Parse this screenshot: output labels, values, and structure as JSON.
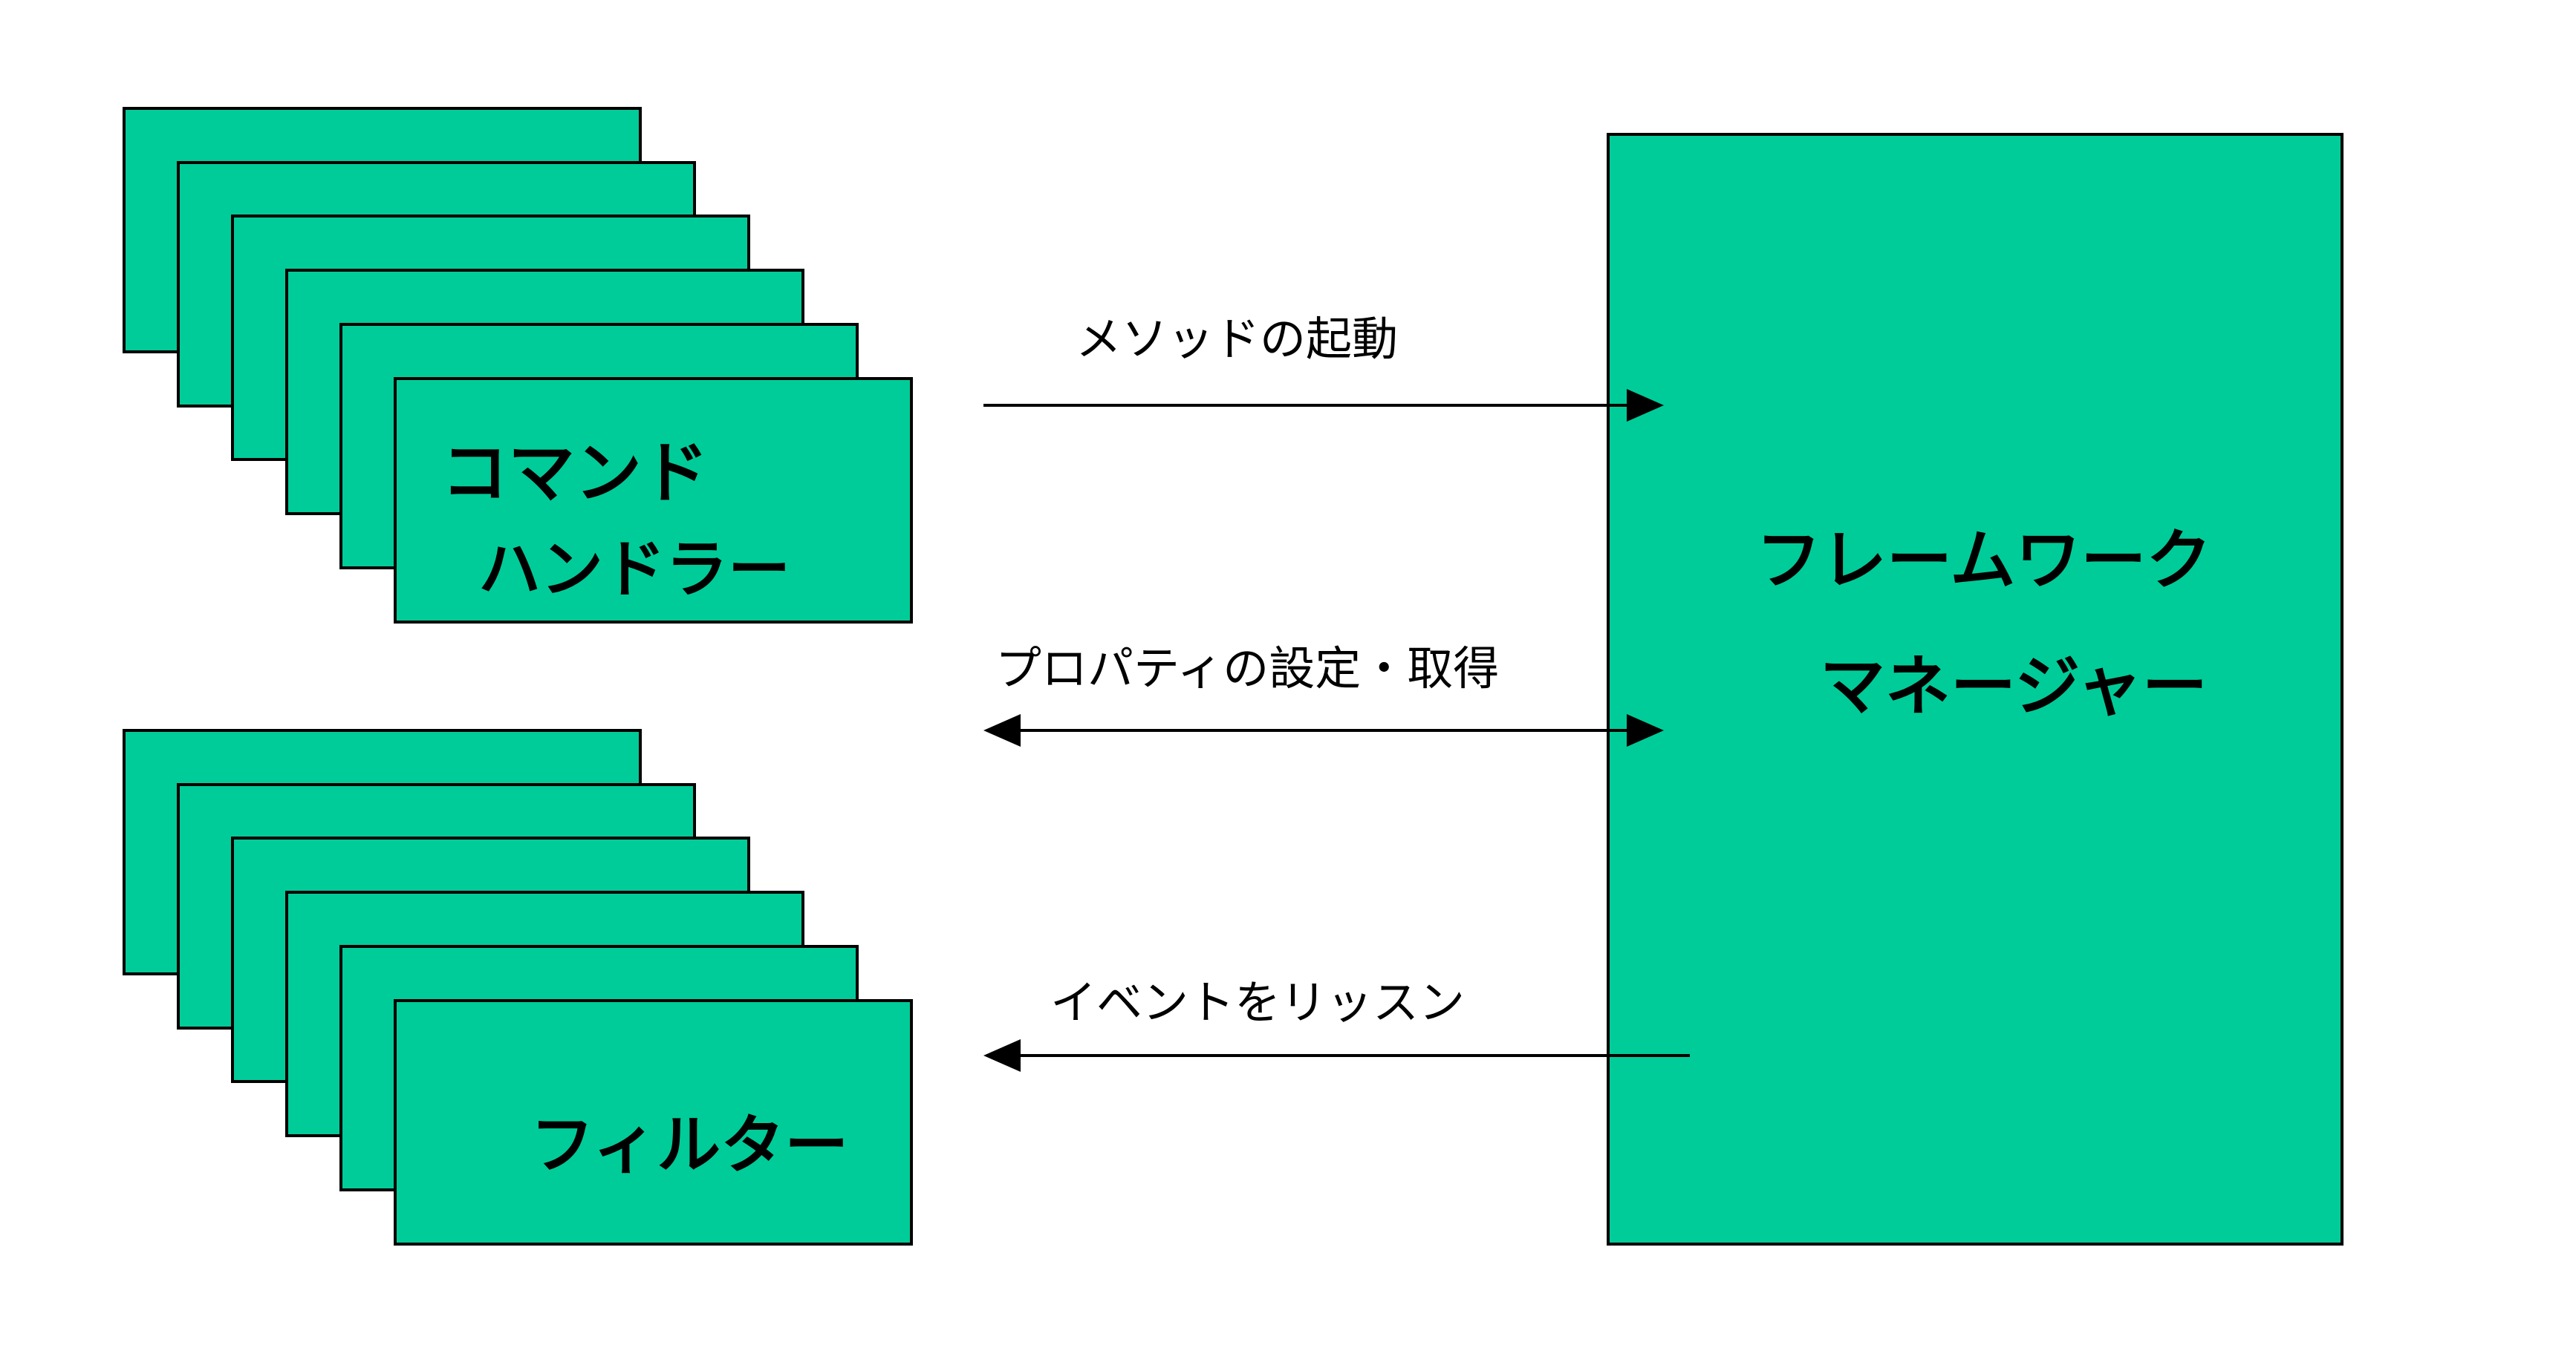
{
  "diagram": {
    "command_handler": {
      "line1": "コマンド",
      "line2": "ハンドラー"
    },
    "filter": {
      "label": "フィルター"
    },
    "framework_manager": {
      "line1": "フレームワーク",
      "line2": "マネージャー"
    },
    "arrows": {
      "method_invoke": "メソッドの起動",
      "property_get_set": "プロパティの設定・取得",
      "event_listen": "イベントをリッスン"
    }
  },
  "colors": {
    "box_fill": "#00CC99",
    "stroke": "#000000",
    "background": "#ffffff"
  }
}
